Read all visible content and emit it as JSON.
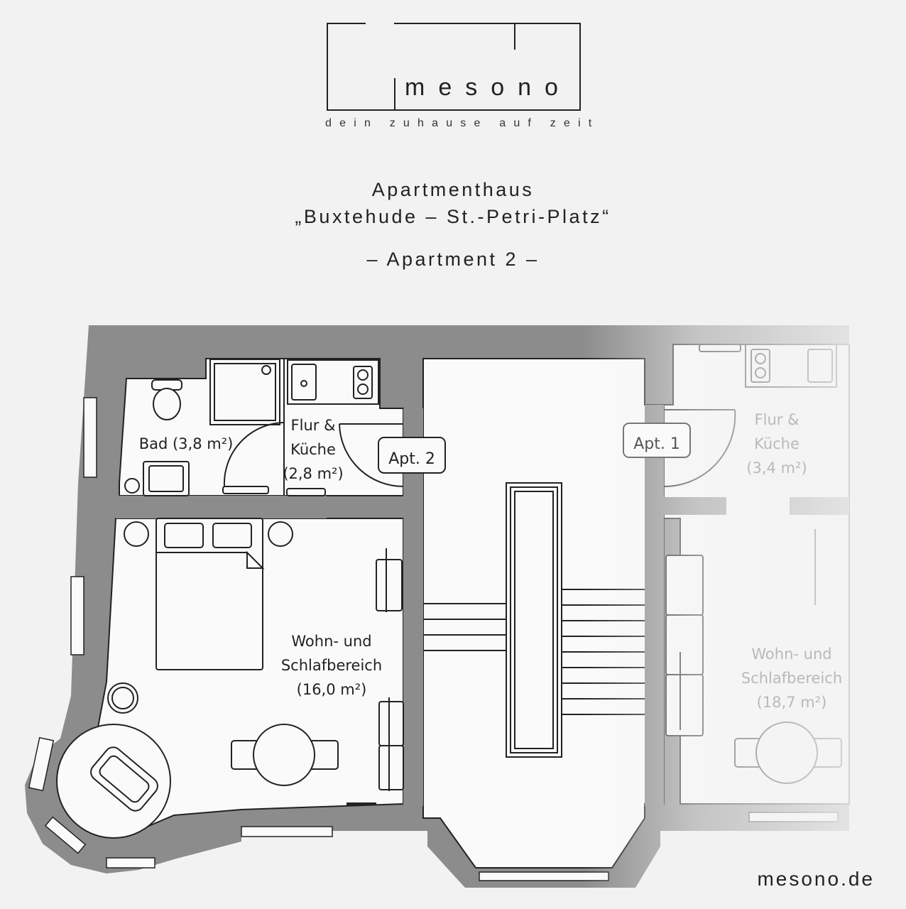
{
  "brand": {
    "logo_word": "mesono",
    "tagline": "dein zuhause auf zeit",
    "website": "mesono.de"
  },
  "header": {
    "line1": "Apartmenthaus",
    "line2": "„Buxtehude – St.-Petri-Platz“",
    "line3": "– Apartment 2 –"
  },
  "plan": {
    "apartment_tags": [
      "Apt. 2",
      "Apt. 1"
    ],
    "rooms": [
      {
        "name": "Bad",
        "area": "(3,8 m²)",
        "label": "Bad (3,8 m²)"
      },
      {
        "name_line1": "Flur &",
        "name_line2": "Küche",
        "area": "(2,8 m²)"
      },
      {
        "name_line1": "Wohn- und",
        "name_line2": "Schlafbereich",
        "area": "(16,0 m²)"
      }
    ],
    "neighbor_rooms": [
      {
        "name_line1": "Flur &",
        "name_line2": "Küche",
        "area": "(3,4 m²)"
      },
      {
        "name_line1": "Wohn- und",
        "name_line2": "Schlafbereich",
        "area": "(18,7 m²)"
      }
    ],
    "colors": {
      "wall": "#8c8c8c",
      "floor": "#fafafa",
      "line": "#222222",
      "background": "#f2f2f2"
    }
  }
}
